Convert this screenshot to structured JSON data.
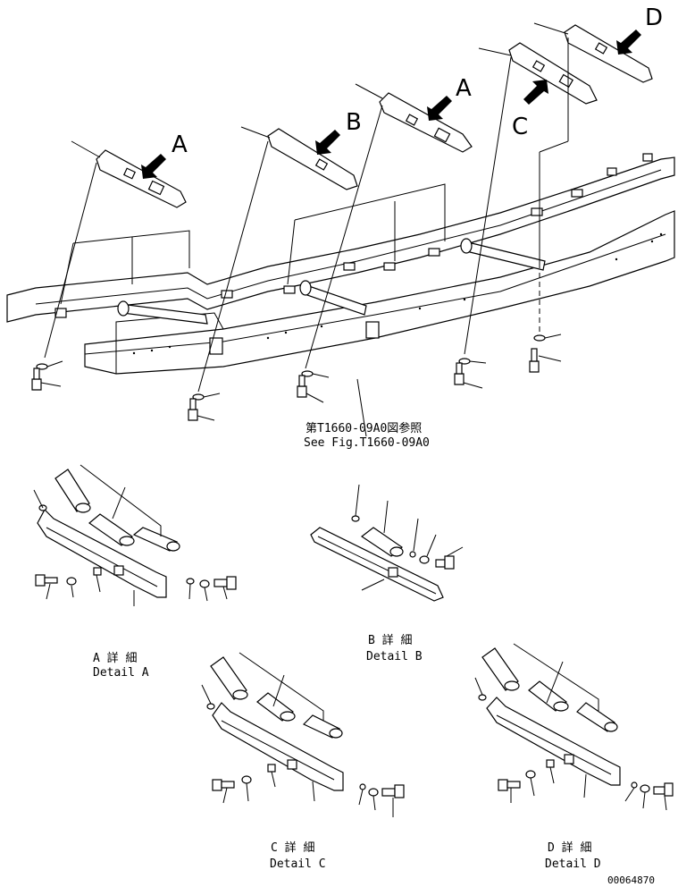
{
  "view_labels": {
    "a1": "A",
    "b": "B",
    "a2": "A",
    "c": "C",
    "d": "D"
  },
  "reference": {
    "jp": "第T1660-09A0図参照",
    "en": "See Fig.T1660-09A0"
  },
  "details": {
    "a": {
      "jp": "A 詳 細",
      "en": "Detail A"
    },
    "b": {
      "jp": "B 詳 細",
      "en": "Detail B"
    },
    "c": {
      "jp": "C 詳 細",
      "en": "Detail C"
    },
    "d": {
      "jp": "D 詳 細",
      "en": "Detail D"
    }
  },
  "drawing_number": "00064870"
}
